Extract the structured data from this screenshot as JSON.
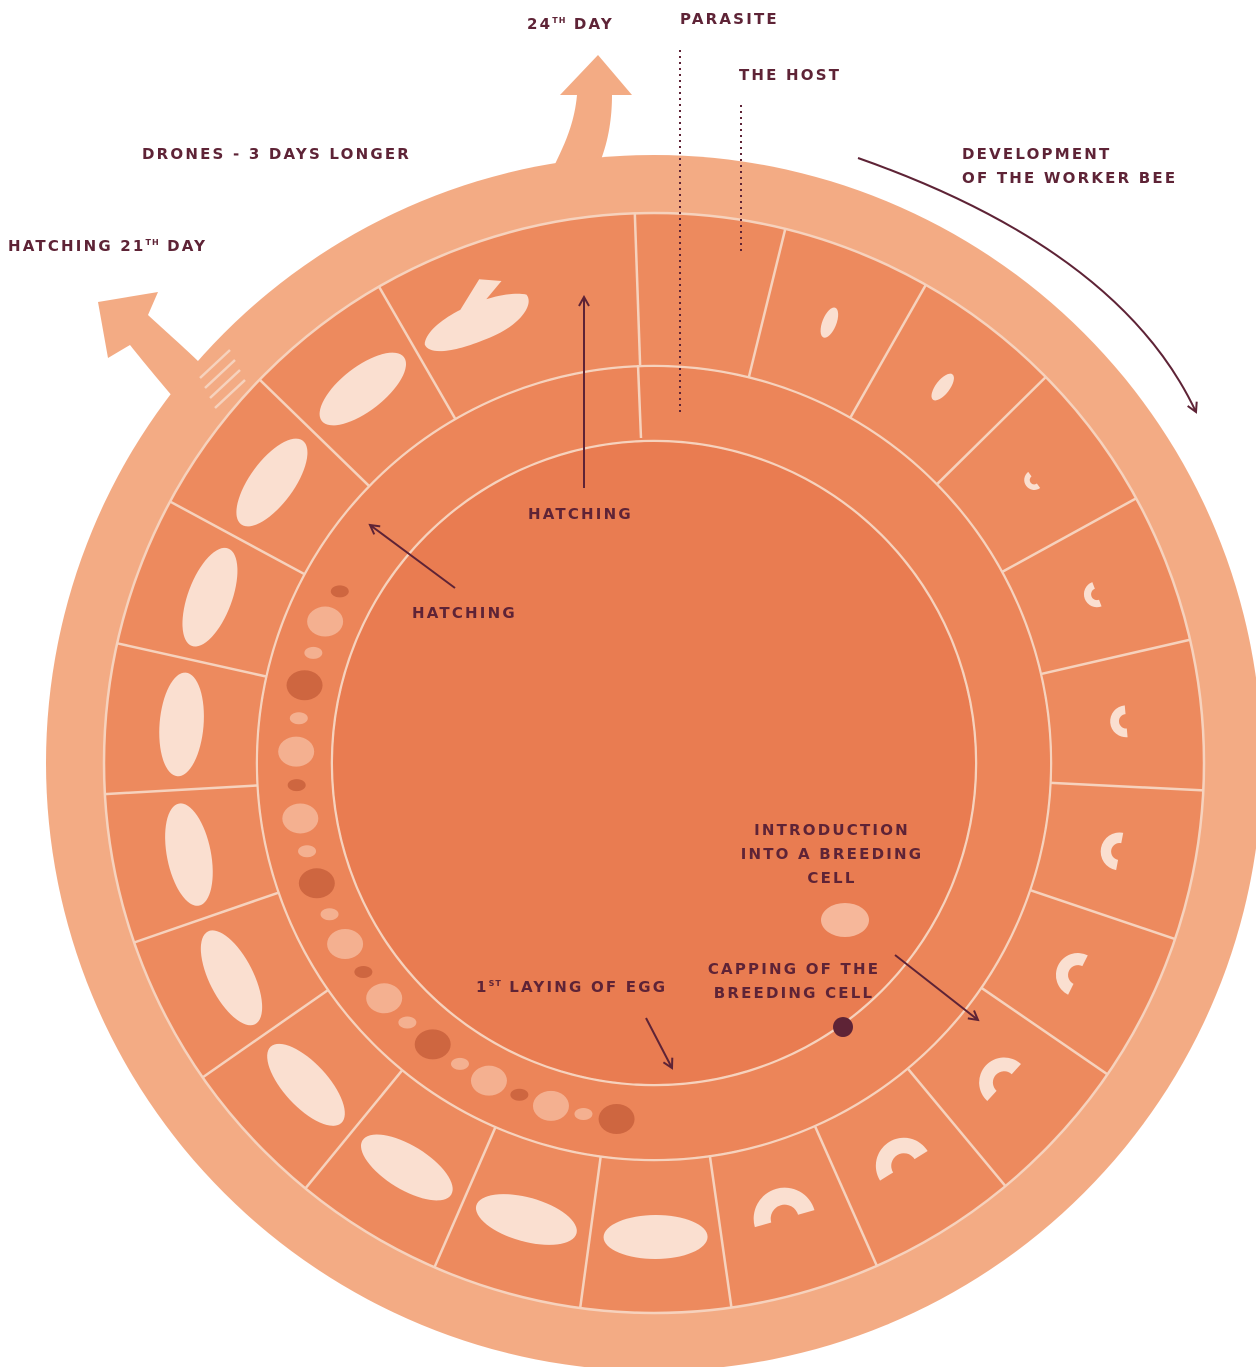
{
  "colors": {
    "outer_band": "#f3ab84",
    "ring": "#ed8a5e",
    "center": "#e97c51",
    "divider": "#f6d2bd",
    "label": "#5e2336",
    "figure": "#fbe8dd"
  },
  "labels": {
    "day24": {
      "prefix": "24",
      "sup": "TH",
      "suffix": " DAY"
    },
    "parasite": "PARASITE",
    "host": "THE HOST",
    "drones": "DRONES - 3 DAYS LONGER",
    "development": {
      "line1": "DEVELOPMENT",
      "line2": "OF THE WORKER BEE"
    },
    "hatching21": {
      "prefix": "HATCHING 21",
      "sup": "TH",
      "suffix": " DAY"
    },
    "hatching_inner": "HATCHING",
    "hatching_parasite": "HATCHING",
    "introduction": {
      "line1": "INTRODUCTION",
      "line2": "INTO A BREEDING",
      "line3": "CELL"
    },
    "capping": {
      "line1": "CAPPING OF THE",
      "line2": "BREEDING CELL"
    },
    "first_egg": {
      "prefix": "1",
      "sup": "ST",
      "suffix": " LAYING OF EGG"
    }
  },
  "stages": {
    "worker_cells": 21,
    "parasite_markers": 22,
    "figures": [
      {
        "kind": "egg",
        "icon": "egg-icon"
      },
      {
        "kind": "egg",
        "icon": "egg-icon"
      },
      {
        "kind": "larva",
        "icon": "larva-icon"
      },
      {
        "kind": "larva",
        "icon": "larva-icon"
      },
      {
        "kind": "larva",
        "icon": "larva-icon"
      },
      {
        "kind": "larva",
        "icon": "larva-icon"
      },
      {
        "kind": "larva",
        "icon": "larva-icon"
      },
      {
        "kind": "larva",
        "icon": "larva-icon"
      },
      {
        "kind": "larva",
        "icon": "larva-icon"
      },
      {
        "kind": "larva",
        "icon": "larva-icon"
      },
      {
        "kind": "pupa",
        "icon": "pupa-icon"
      },
      {
        "kind": "pupa",
        "icon": "pupa-icon"
      },
      {
        "kind": "pupa",
        "icon": "pupa-icon"
      },
      {
        "kind": "pupa",
        "icon": "pupa-icon"
      },
      {
        "kind": "pupa",
        "icon": "pupa-icon"
      },
      {
        "kind": "pupa",
        "icon": "pupa-icon"
      },
      {
        "kind": "pupa",
        "icon": "pupa-icon"
      },
      {
        "kind": "pupa",
        "icon": "pupa-icon"
      },
      {
        "kind": "pupa",
        "icon": "pupa-icon"
      },
      {
        "kind": "pupa",
        "icon": "pupa-icon"
      },
      {
        "kind": "bee",
        "icon": "bee-icon"
      }
    ]
  }
}
